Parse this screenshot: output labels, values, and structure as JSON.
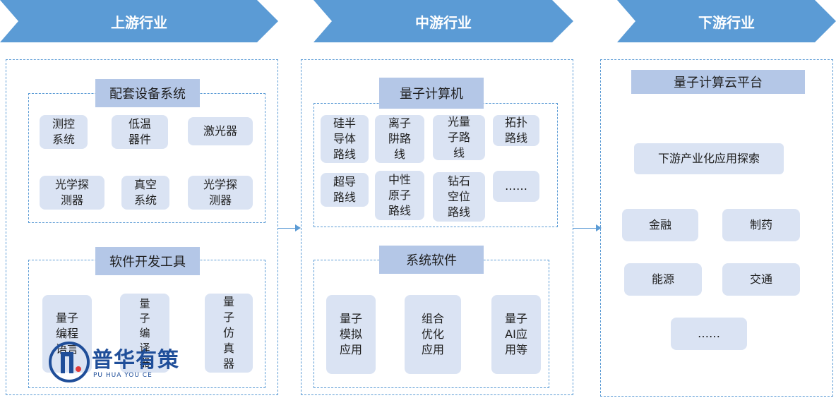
{
  "stages": [
    {
      "title": "上游行业"
    },
    {
      "title": "中游行业"
    },
    {
      "title": "下游行业"
    }
  ],
  "upstream": {
    "group1": {
      "label": "配套设备系统",
      "items": [
        "测控\n系统",
        "低温\n器件",
        "激光器",
        "光学探\n测器",
        "真空\n系统",
        "光学探\n测器"
      ]
    },
    "group2": {
      "label": "软件开发工具",
      "items": [
        "量子\n编程\n语言",
        "量\n子\n编\n译\n器",
        "量\n子\n仿\n真\n器"
      ]
    }
  },
  "midstream": {
    "group1": {
      "label": "量子计算机",
      "items": [
        "硅半\n导体\n路线",
        "离子\n阱路\n线",
        "光量\n子路\n线",
        "拓扑\n路线",
        "超导\n路线",
        "中性\n原子\n路线",
        "钻石\n空位\n路线",
        "……"
      ]
    },
    "group2": {
      "label": "系统软件",
      "items": [
        "量子\n模拟\n应用",
        "组合\n优化\n应用",
        "量子\nAI应\n用等"
      ]
    }
  },
  "downstream": {
    "label": "量子计算云平台",
    "explore": "下游产业化应用探索",
    "items": [
      "金融",
      "制药",
      "能源",
      "交通",
      "……"
    ]
  },
  "watermark": {
    "text": "普华有策",
    "sub": "PU HUA YOU CE"
  },
  "colors": {
    "arrow": "#5b9bd5",
    "label_bar": "#b4c7e7",
    "box": "#dae3f3",
    "border": "#5b9bd5",
    "watermark": "#1f4e99"
  }
}
